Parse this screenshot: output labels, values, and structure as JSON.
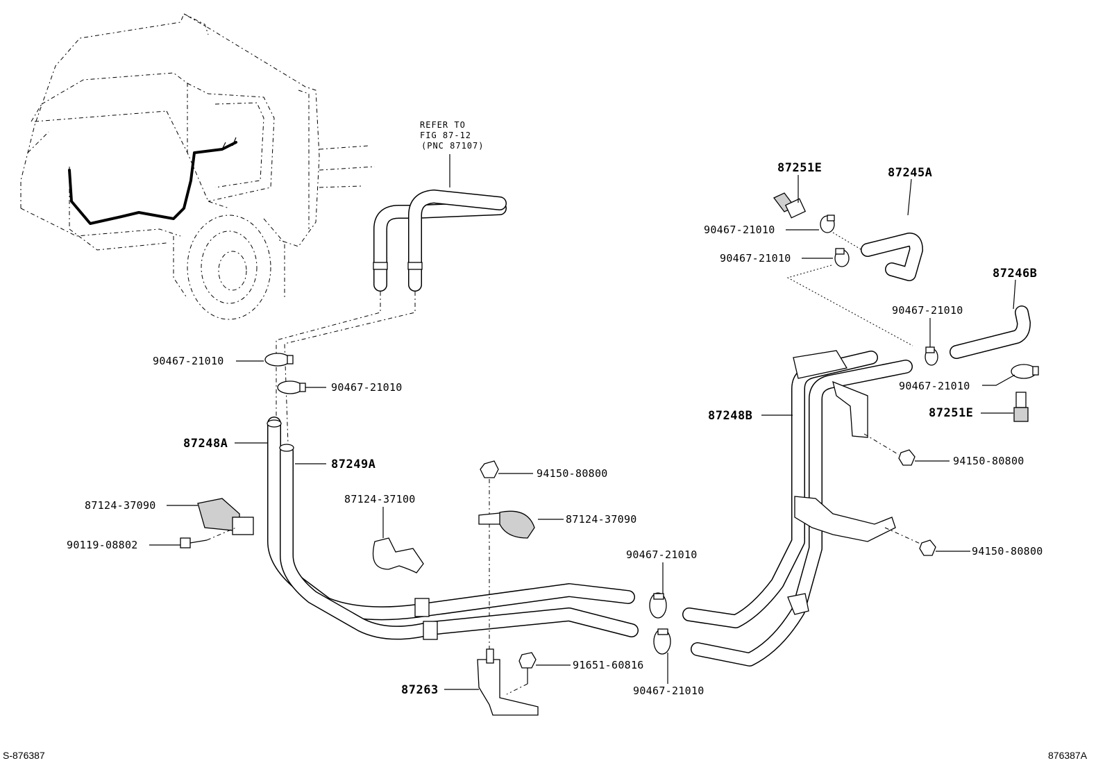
{
  "diagram": {
    "reference_note": [
      "REFER TO",
      "FIG 87-12",
      "(PNC 87107)"
    ],
    "part_labels": {
      "hose_inlet_left": "87248A",
      "hose_outlet_left": "87249A",
      "hose_right_assy": "87248B",
      "hose_top_right": "87245A",
      "hose_mid_right": "87246B",
      "plug_top": "87251E",
      "plug_right": "87251E",
      "bracket": "87263",
      "clamp_left_top": "90467-21010",
      "clamp_left_bottom": "90467-21010",
      "clamp_top_right_1": "90467-21010",
      "clamp_top_right_2": "90467-21010",
      "clamp_mid_right_1": "90467-21010",
      "clamp_mid_right_2": "90467-21010",
      "clamp_center_top": "90467-21010",
      "clamp_center_bottom": "90467-21010",
      "clamp_block_left": "87124-37090",
      "clamp_block_center": "87124-37090",
      "clamp_hose": "87124-37100",
      "screw_left": "90119-08802",
      "nut_center": "94150-80800",
      "nut_right_top": "94150-80800",
      "nut_right_bottom": "94150-80800",
      "bolt_bracket": "91651-60816"
    },
    "footer": {
      "left_code": "S-876387",
      "right_code": "876387A"
    }
  }
}
